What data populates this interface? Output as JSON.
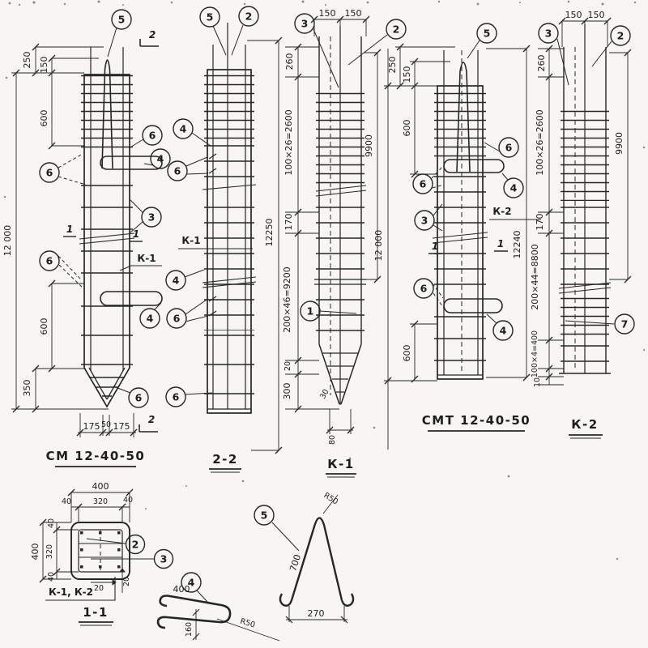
{
  "palette": {
    "ink": "#262626",
    "paper": "#f7f6f2"
  },
  "pile1": {
    "title": "СМ 12-40-50",
    "left_dims": [
      "250",
      "150",
      "600",
      "12 000",
      "600",
      "350"
    ],
    "bottom_dims": [
      "175",
      "50",
      "175"
    ],
    "callouts": [
      "5",
      "6",
      "4",
      "6",
      "3",
      "6",
      "4",
      "6"
    ],
    "section_marks": [
      "1",
      "1",
      "2",
      "2"
    ],
    "cage_ref": "К-1"
  },
  "pile2": {
    "title": "2-2",
    "right_dim": "12250",
    "callouts": [
      "5",
      "2",
      "4",
      "6",
      "4",
      "6",
      "6"
    ],
    "cage_ref": "К-1"
  },
  "pile3": {
    "title": "К-1",
    "top_dims": [
      "150",
      "150"
    ],
    "left_dims": [
      "260",
      "100×26=2600",
      "170",
      "200×46=9200",
      "20",
      "300"
    ],
    "right_dim": "9900",
    "tip_dims": [
      "80",
      "30"
    ],
    "callouts": [
      "3",
      "2",
      "1"
    ]
  },
  "pile4": {
    "title": "СМТ 12-40-50",
    "left_dims": [
      "250",
      "150",
      "600",
      "12 000",
      "600"
    ],
    "section_marks": [
      "1",
      "1"
    ],
    "cage_ref": "К-2",
    "callouts": [
      "5",
      "6",
      "4",
      "6",
      "3",
      "6",
      "4"
    ]
  },
  "pile5": {
    "title": "К-2",
    "total_dim": "12240",
    "top_dims": [
      "150",
      "150"
    ],
    "left_dims": [
      "260",
      "100×26=2600",
      "170",
      "200×44=8800",
      "100×4=400",
      "10"
    ],
    "right_dim": "9900",
    "callouts": [
      "3",
      "2",
      "7"
    ]
  },
  "section11": {
    "title": "1-1",
    "cage_ref": "К-1, К-2",
    "top_dims": [
      "400",
      "40",
      "320",
      "40"
    ],
    "left_dims": [
      "400",
      "40",
      "320",
      "40"
    ],
    "offset_dims": [
      "20",
      "20"
    ],
    "callouts": [
      "2",
      "3"
    ]
  },
  "detail4": {
    "callout": "4",
    "dims": {
      "len": "400",
      "radius": "R50",
      "height": "160"
    }
  },
  "detail5": {
    "callout": "5",
    "dims": {
      "leg": "700",
      "radius": "R50",
      "width": "270"
    }
  }
}
